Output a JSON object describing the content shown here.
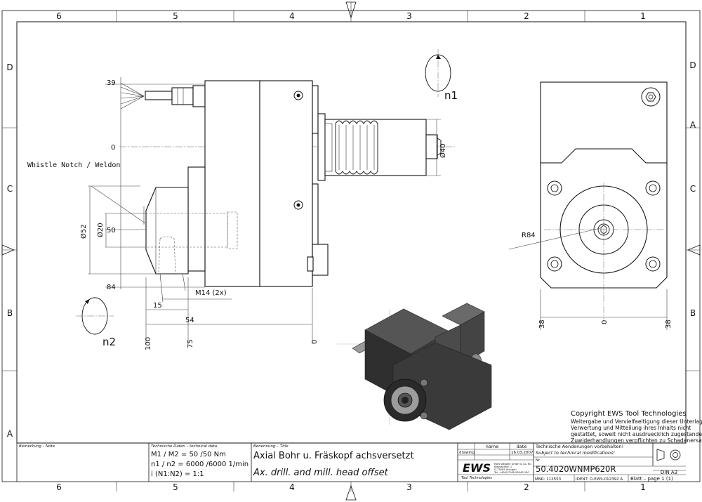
{
  "frame": {
    "top_columns": [
      "6",
      "5",
      "4",
      "3",
      "2",
      "1"
    ],
    "bottom_columns": [
      "6",
      "5",
      "4",
      "3",
      "2",
      "1"
    ],
    "rows_left": [
      "D",
      "C",
      "B",
      "A"
    ],
    "rows_right": [
      "D",
      "C",
      "B",
      "A"
    ]
  },
  "drawing": {
    "dims": {
      "d39": "39",
      "d0": "0",
      "d50": "50",
      "d84": "84",
      "dia52": "Ø52",
      "dia20": "Ø20",
      "dia40": "Ø40",
      "m14": "M14 (2x)",
      "d15": "15",
      "d54": "54",
      "d100": "100",
      "d75": "75",
      "d0b": "0",
      "r84": "R84",
      "d38l": "38",
      "d0c": "0",
      "d38r": "38"
    },
    "whistle_label": "Whistle Notch / Weldon",
    "rot_n1": "n1",
    "rot_n2": "n2"
  },
  "copyright": {
    "line1": "Copyright EWS Tool Technologies",
    "l2": "Weitergabe und Vervielfaeltigung dieser Unterlage,",
    "l3": "Verwertung und Mitteilung ihres Inhalts nicht",
    "l4": "gestattet, soweit nicht ausdruecklich zugestanden.",
    "l5": "Zuwiderhandlungen verpflichten zu Schadenersatz."
  },
  "title_block": {
    "remark_label": "Bemerkung – Note",
    "techdata_label": "Technische Daten – technical data",
    "m_line": "M1 / M2 = 50  /50  Nm",
    "n_line": "n1 / n2 = 6000 /6000  1/min",
    "i_line": "i  (N1:N2) = 1:1",
    "title_label": "Benennung – Title",
    "title_de": "Axial Bohr u. Fräskopf achsversetzt",
    "title_en": "Ax. drill. and mill. head offset",
    "col_name": "name",
    "col_date": "date",
    "row_drawing": "drawing",
    "date_value": "16.03.2007",
    "logo_text": "EWS",
    "logo_sub": "Tool Technologies",
    "company_l1": "EWS Weigele GmbH & Co. KG",
    "company_l2": "Maybachstr. 1",
    "company_l3": "D-73095 Uhingen",
    "company_l4": "Tel. +49(0)7161/93040-150",
    "mods_de": "Technische Aenderungen vorbehalten!",
    "mods_en": "Subject to technical modifications!",
    "nr_label": "Nr.",
    "part_number": "50.4020WNMP620R",
    "format": "DIN A3",
    "mnr": "MNR: 112553",
    "ident": "IDENT: O-EWS-012392  A",
    "sheet": "Blatt – page  1 (1)"
  }
}
